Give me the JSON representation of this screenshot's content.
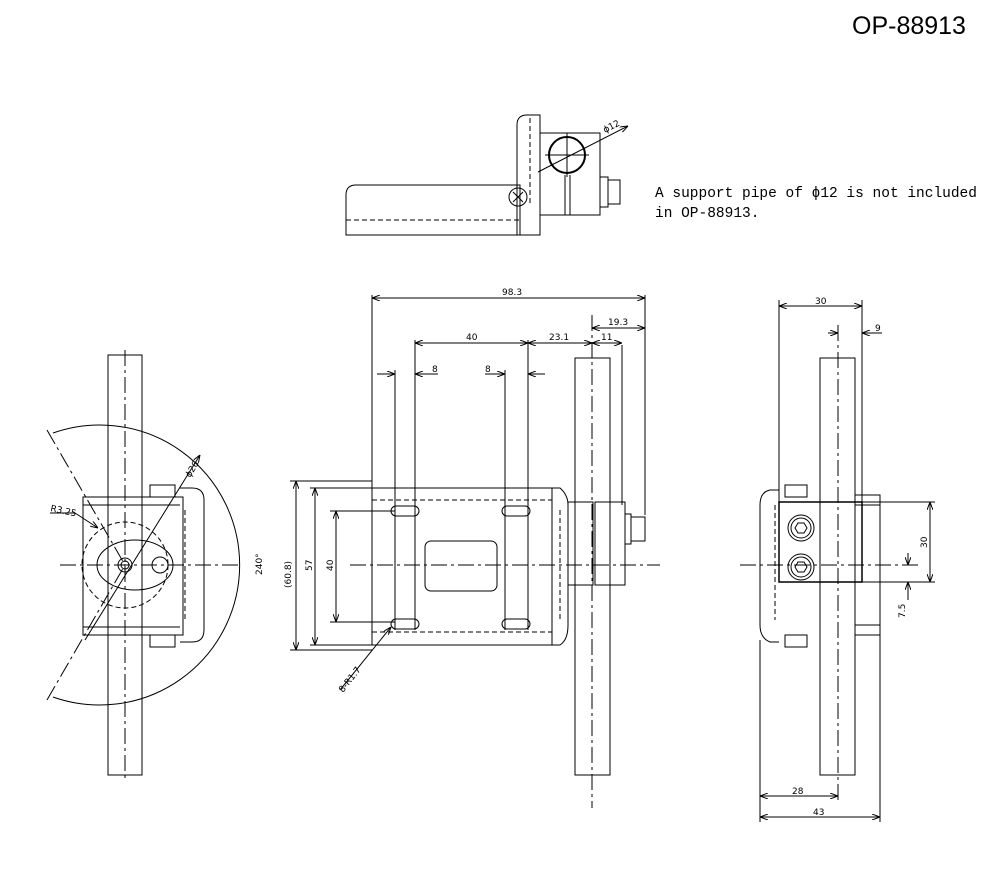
{
  "title": "OP-88913",
  "note": {
    "line1": "A support pipe of ϕ12 is not included",
    "line2": "in OP-88913."
  },
  "top_view": {
    "pipe_dia": "ϕ12"
  },
  "left_view": {
    "radius": "R3.25",
    "dia": "ϕ26",
    "angle": "240°"
  },
  "front_view": {
    "overall": "98.3",
    "hole_pitch": "40",
    "offset": "23.1",
    "half_clamp": "11",
    "nut_offset": "19.3",
    "slot_left": "8",
    "slot_right": "8",
    "height_ref": "(60.8)",
    "height": "57",
    "hole_pitch_v": "40",
    "slot_radius": "8-R1.7"
  },
  "side_view": {
    "width": "30",
    "pipe_offset": "9",
    "block_height": "30",
    "center_offset": "7.5",
    "pipe_to_back": "28",
    "depth": "43"
  }
}
